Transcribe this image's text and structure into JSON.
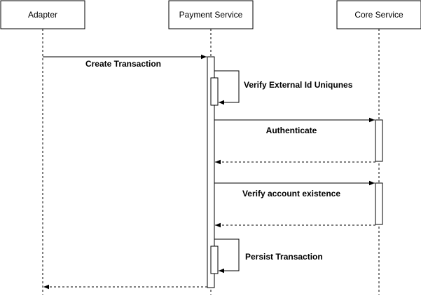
{
  "diagram": {
    "participants": [
      {
        "id": "adapter",
        "label": "Adapter"
      },
      {
        "id": "payment",
        "label": "Payment Service"
      },
      {
        "id": "core",
        "label": "Core Service"
      }
    ],
    "messages": [
      {
        "id": "create-transaction",
        "label": "Create Transaction"
      },
      {
        "id": "verify-external-id",
        "label": "Verify External Id Uniqunes"
      },
      {
        "id": "authenticate",
        "label": "Authenticate"
      },
      {
        "id": "verify-account",
        "label": "Verify account existence"
      },
      {
        "id": "persist-transaction",
        "label": "Persist Transaction"
      }
    ],
    "colors": {
      "stroke": "#000000",
      "fill": "#ffffff",
      "text": "#000000"
    }
  }
}
